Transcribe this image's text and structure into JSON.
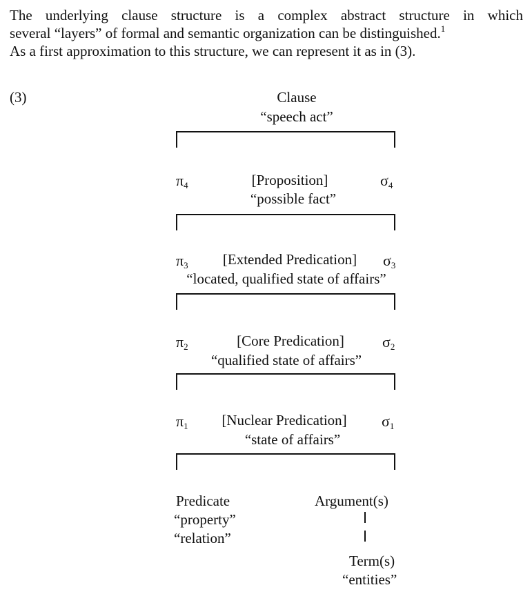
{
  "intro": {
    "line1": "The underlying clause structure is a complex abstract structure in which",
    "line2": "several “layers” of formal and semantic organization can be distinguished.",
    "footnote_mark": "1",
    "line3": "As a first approximation to this structure, we can represent it as in (3)."
  },
  "example_number": "(3)",
  "diagram": {
    "clause": {
      "label": "Clause",
      "gloss": "“speech act”"
    },
    "layers": [
      {
        "pi_symbol": "π",
        "pi_index": "4",
        "label": "[Proposition]",
        "sigma_symbol": "σ",
        "sigma_index": "4",
        "gloss": "“possible fact”"
      },
      {
        "pi_symbol": "π",
        "pi_index": "3",
        "label": "[Extended Predication]",
        "sigma_symbol": "σ",
        "sigma_index": "3",
        "gloss": "“located, qualified state of affairs”"
      },
      {
        "pi_symbol": "π",
        "pi_index": "2",
        "label": "[Core Predication]",
        "sigma_symbol": "σ",
        "sigma_index": "2",
        "gloss": "“qualified state of affairs”"
      },
      {
        "pi_symbol": "π",
        "pi_index": "1",
        "label": "[Nuclear Predication]",
        "sigma_symbol": "σ",
        "sigma_index": "1",
        "gloss": "“state of affairs”"
      }
    ],
    "predicate": {
      "label": "Predicate",
      "gloss1": "“property”",
      "gloss2": "“relation”"
    },
    "arguments": {
      "label": "Argument(s)"
    },
    "terms": {
      "label": "Term(s)",
      "gloss": "“entities”"
    }
  }
}
